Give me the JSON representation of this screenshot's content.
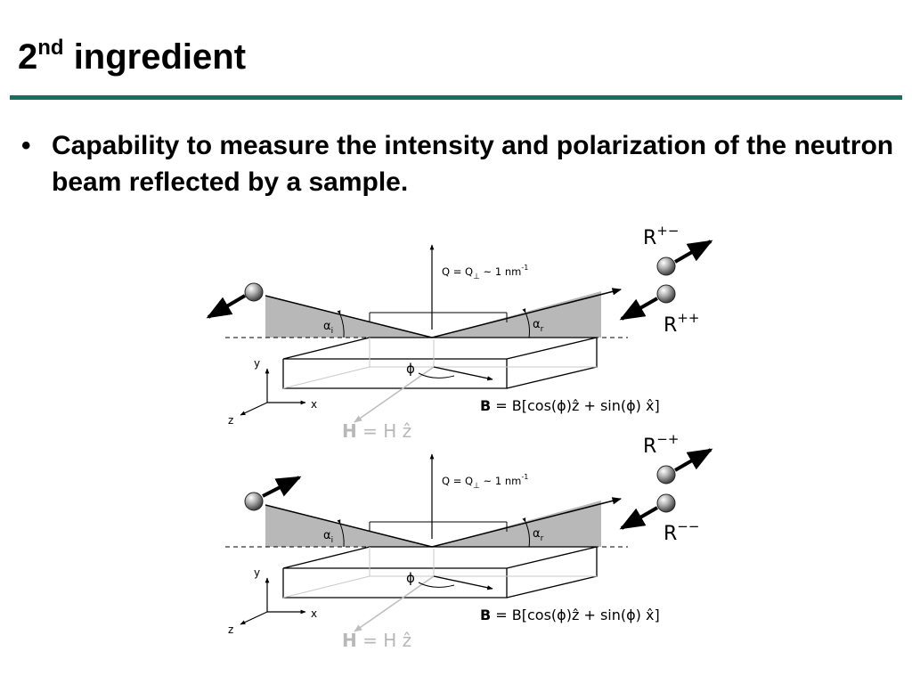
{
  "slide": {
    "title_main": "2",
    "title_sup": "nd",
    "title_rest": " ingredient",
    "bullet_symbol": "•",
    "bullet": "Capability to measure the intensity and polarization of the neutron beam reflected by a sample."
  },
  "diagram": {
    "colors": {
      "accent_rule": "#17705d",
      "shade": "#b8b8b8",
      "faint": "#bdbdbd"
    },
    "panels": [
      {
        "q_label": "Q = Q",
        "q_sub": "⊥",
        "q_value": " ~ 1 nm",
        "q_exp": "-1",
        "alpha_i": "α",
        "alpha_i_sub": "i",
        "alpha_r": "α",
        "alpha_r_sub": "r",
        "phi": "ϕ",
        "axis_y": "y",
        "axis_x": "x",
        "axis_z": "z",
        "b_bold": "B",
        "b_rest": " = B[cos(ϕ)ẑ + sin(ϕ) x̂]",
        "h_bold": "H",
        "h_rest": " = H ẑ",
        "out_top": "R",
        "out_top_sup": "+−",
        "out_bottom": "R",
        "out_bottom_sup": "++"
      },
      {
        "q_label": "Q = Q",
        "q_sub": "⊥",
        "q_value": " ~ 1 nm",
        "q_exp": "-1",
        "alpha_i": "α",
        "alpha_i_sub": "i",
        "alpha_r": "α",
        "alpha_r_sub": "r",
        "phi": "ϕ",
        "axis_y": "y",
        "axis_x": "x",
        "axis_z": "z",
        "b_bold": "B",
        "b_rest": " = B[cos(ϕ)ẑ + sin(ϕ) x̂]",
        "h_bold": "H",
        "h_rest": " = H ẑ",
        "out_top": "R",
        "out_top_sup": "−+",
        "out_bottom": "R",
        "out_bottom_sup": "−−"
      }
    ]
  }
}
